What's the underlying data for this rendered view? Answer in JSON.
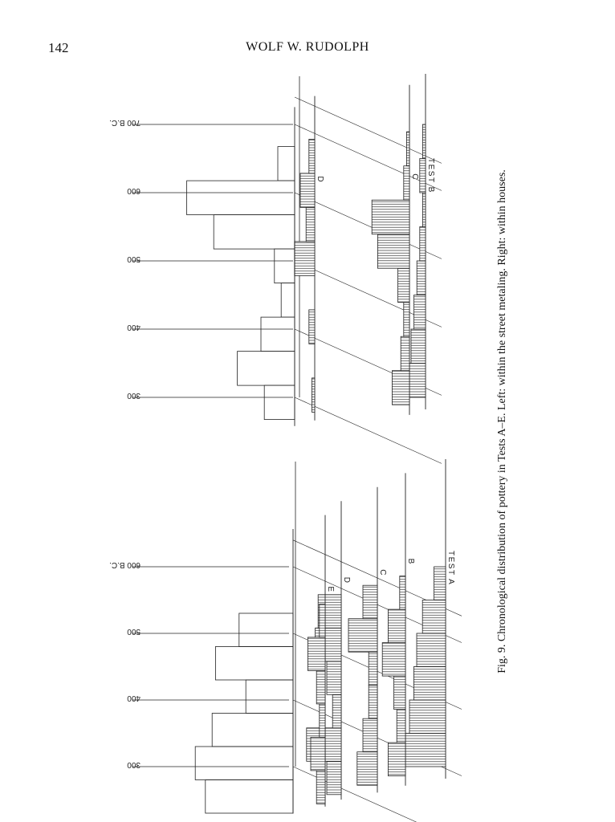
{
  "page": {
    "number": "142",
    "running_head": "WOLF W. RUDOLPH"
  },
  "caption": {
    "prefix": "Fig. 9.",
    "text": "Chronological distribution of pottery in Tests A–E. Left: within the street metaling. Right: within houses."
  },
  "colors": {
    "ink": "#222222",
    "paper": "#ffffff"
  },
  "chart_data": [
    {
      "type": "bar",
      "panel": "left",
      "title": "",
      "axis_ticks": [
        "300",
        "400",
        "500",
        "600 B.C."
      ],
      "series_labels": [
        "TEST A",
        "B",
        "C",
        "D",
        "E"
      ],
      "series": [
        {
          "name": "TEST A",
          "x": [
            300,
            350,
            400,
            450,
            500,
            550
          ],
          "values": [
            28,
            25,
            22,
            20,
            16,
            8
          ]
        },
        {
          "name": "B",
          "x": [
            300,
            350,
            400,
            450,
            500,
            550
          ],
          "values": [
            12,
            6,
            8,
            16,
            12,
            4
          ]
        },
        {
          "name": "C",
          "x": [
            300,
            350,
            400,
            450,
            500,
            550
          ],
          "values": [
            14,
            10,
            6,
            6,
            20,
            10
          ]
        },
        {
          "name": "D",
          "x": [
            300,
            350,
            400,
            450,
            500,
            550
          ],
          "values": [
            10,
            24,
            6,
            10,
            18,
            16
          ]
        },
        {
          "name": "E",
          "x": [
            300,
            350,
            400,
            450,
            500,
            550
          ],
          "values": [
            6,
            10,
            4,
            6,
            12,
            4
          ]
        },
        {
          "name": "",
          "x": [
            300,
            350,
            400,
            450,
            500,
            550
          ],
          "values": [
            52,
            58,
            48,
            28,
            46,
            32
          ]
        }
      ]
    },
    {
      "type": "bar",
      "panel": "right",
      "title": "",
      "axis_ticks": [
        "300",
        "400",
        "500",
        "600",
        "700 B.C."
      ],
      "series_labels": [
        "TEST B",
        "C",
        "D"
      ],
      "series": [
        {
          "name": "TEST B",
          "x": [
            300,
            350,
            400,
            450,
            500,
            550,
            600,
            650
          ],
          "values": [
            14,
            10,
            8,
            6,
            4,
            2,
            4,
            2
          ]
        },
        {
          "name": "C",
          "x": [
            300,
            350,
            400,
            450,
            500,
            550,
            600,
            650
          ],
          "values": [
            12,
            6,
            4,
            8,
            22,
            26,
            4,
            2
          ]
        },
        {
          "name": "D",
          "x": [
            300,
            350,
            400,
            450,
            500,
            550,
            600,
            650
          ],
          "values": [
            2,
            0,
            4,
            0,
            14,
            6,
            10,
            4
          ]
        },
        {
          "name": "",
          "x": [
            300,
            350,
            400,
            450,
            500,
            550,
            600,
            650
          ],
          "values": [
            18,
            34,
            20,
            8,
            12,
            48,
            64,
            10
          ]
        }
      ]
    }
  ]
}
